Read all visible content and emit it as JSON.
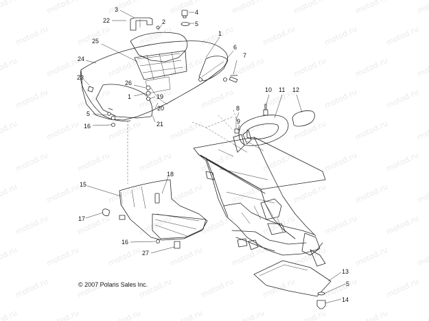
{
  "copyright": "© 2007 Polaris Sales Inc.",
  "watermark": "motod.ru",
  "callouts": [
    {
      "id": "c3",
      "label": "3"
    },
    {
      "id": "c4",
      "label": "4"
    },
    {
      "id": "c22",
      "label": "22"
    },
    {
      "id": "c2",
      "label": "2"
    },
    {
      "id": "c5a",
      "label": "5"
    },
    {
      "id": "c1a",
      "label": "1"
    },
    {
      "id": "c25",
      "label": "25"
    },
    {
      "id": "c6",
      "label": "6"
    },
    {
      "id": "c7",
      "label": "7"
    },
    {
      "id": "c24",
      "label": "24"
    },
    {
      "id": "c23",
      "label": "23"
    },
    {
      "id": "c26",
      "label": "26"
    },
    {
      "id": "c1b",
      "label": "1"
    },
    {
      "id": "c19",
      "label": "19"
    },
    {
      "id": "c10",
      "label": "10"
    },
    {
      "id": "c11",
      "label": "11"
    },
    {
      "id": "c12",
      "label": "12"
    },
    {
      "id": "c5b",
      "label": "5"
    },
    {
      "id": "c20",
      "label": "20"
    },
    {
      "id": "c8",
      "label": "8"
    },
    {
      "id": "c16a",
      "label": "16"
    },
    {
      "id": "c21",
      "label": "21"
    },
    {
      "id": "c9",
      "label": "9"
    },
    {
      "id": "c18",
      "label": "18"
    },
    {
      "id": "c15",
      "label": "15"
    },
    {
      "id": "c17",
      "label": "17"
    },
    {
      "id": "c16b",
      "label": "16"
    },
    {
      "id": "c27",
      "label": "27"
    },
    {
      "id": "c13",
      "label": "13"
    },
    {
      "id": "c5c",
      "label": "5"
    },
    {
      "id": "c14",
      "label": "14"
    }
  ]
}
